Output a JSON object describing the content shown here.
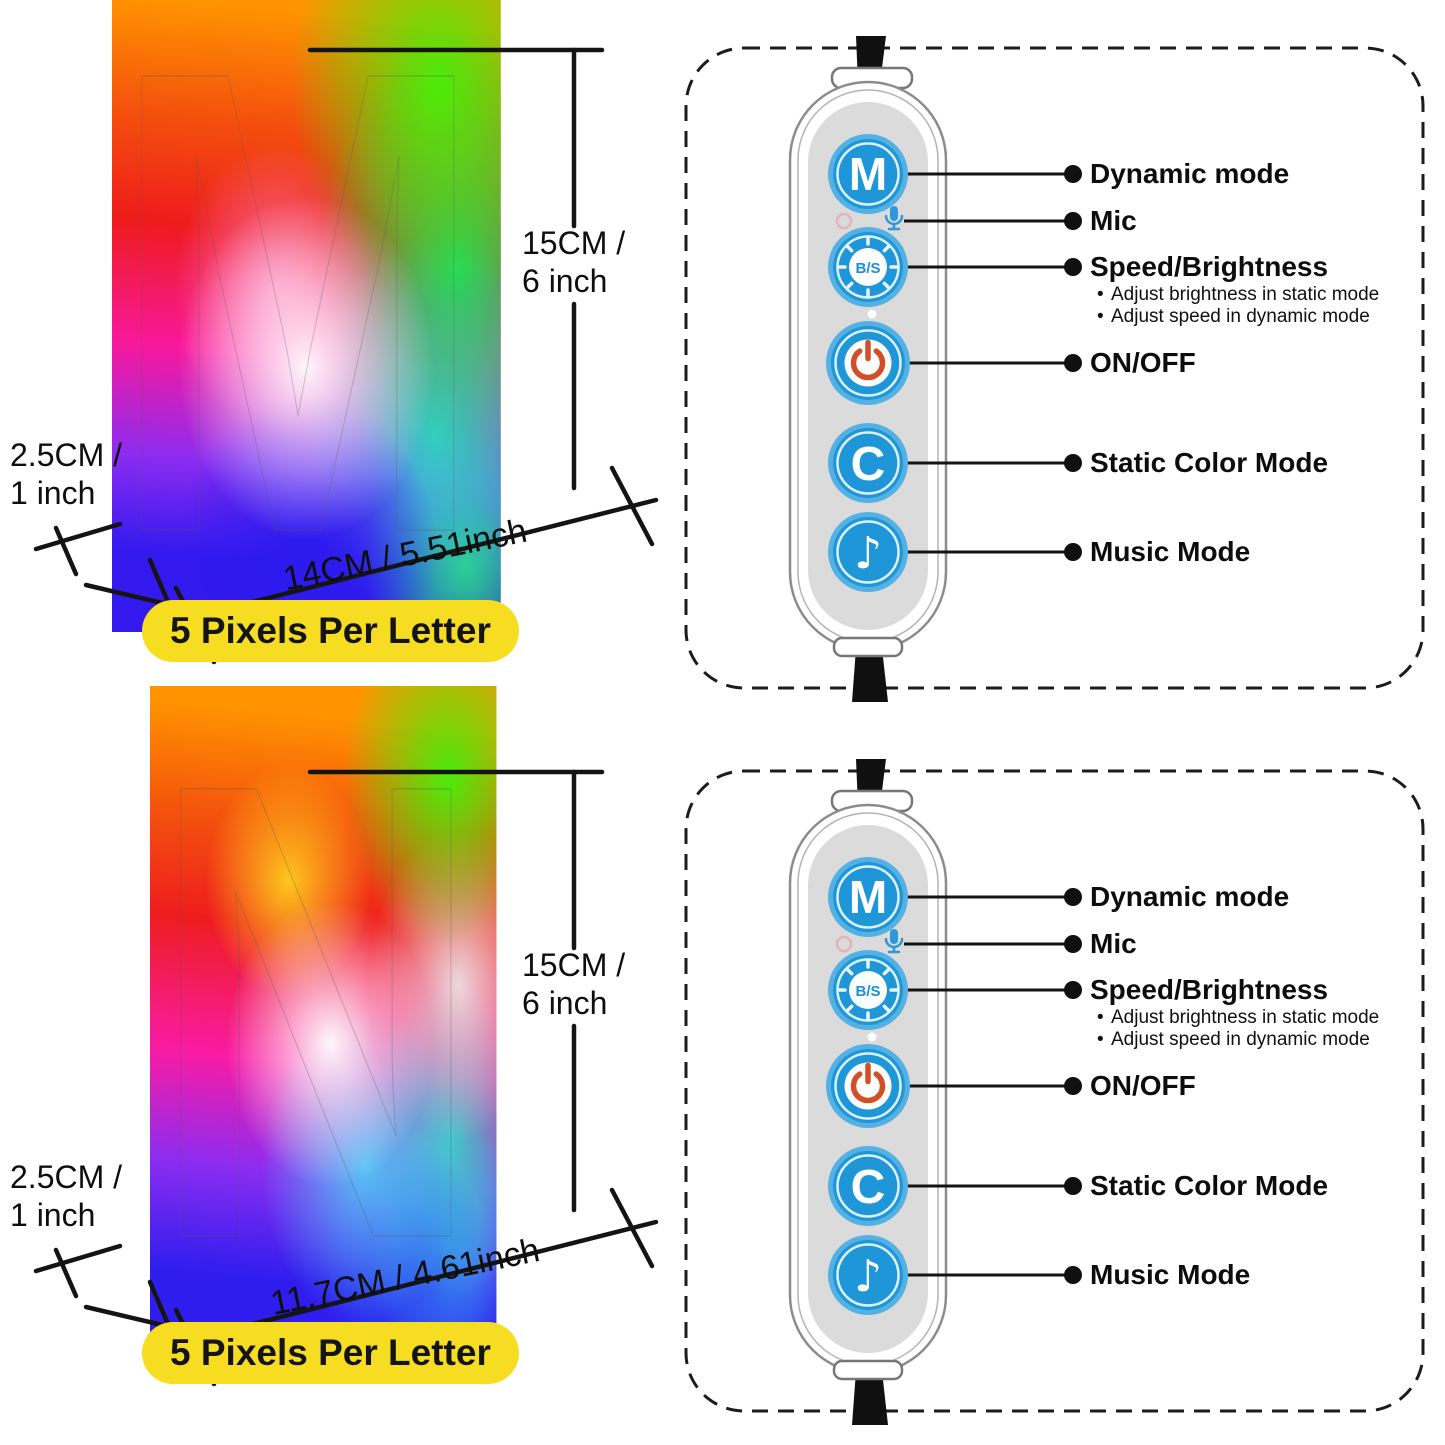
{
  "colors": {
    "button_blue": "#1f96d8",
    "button_blue_rim": "#54b1e4",
    "power_orange": "#d34e26",
    "badge_yellow": "#f7dd22",
    "mic_blue": "#2f98d8"
  },
  "letter_m": {
    "glyph": "M",
    "height_line1": "15CM /",
    "height_line2": "6 inch",
    "width_label": "14CM / 5.51inch",
    "depth_line1": "2.5CM /",
    "depth_line2": "1 inch",
    "badge": "5 Pixels Per Letter"
  },
  "letter_n": {
    "glyph": "N",
    "height_line1": "15CM /",
    "height_line2": "6 inch",
    "width_label": "11.7CM / 4.61inch",
    "depth_line1": "2.5CM /",
    "depth_line2": "1 inch",
    "badge": "5 Pixels Per Letter"
  },
  "controller": {
    "mode_glyph": "M",
    "bs_glyph": "B/S",
    "color_glyph": "C",
    "music_glyph": "♪",
    "labels": {
      "dynamic": "Dynamic mode",
      "mic": "Mic",
      "speed": "Speed/Brightness",
      "speed_note1": "Adjust brightness in static mode",
      "speed_note2": "Adjust speed in dynamic mode",
      "power": "ON/OFF",
      "static": "Static Color Mode",
      "music": "Music Mode"
    }
  }
}
